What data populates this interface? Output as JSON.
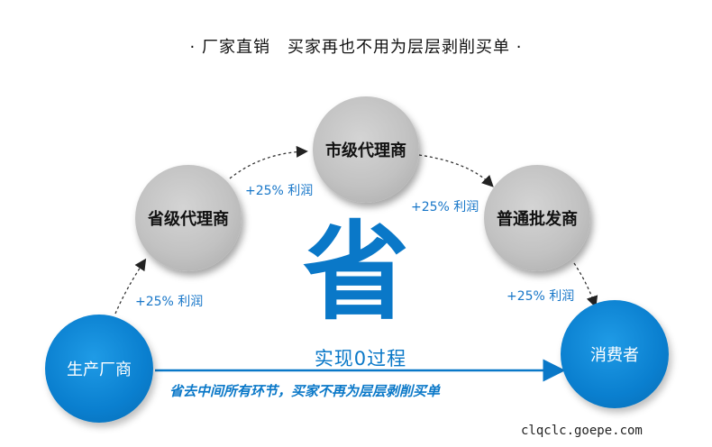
{
  "header": {
    "text": "· 厂家直销　买家再也不用为层层剥削买单 ·"
  },
  "nodes": {
    "manufacturer": "生产厂商",
    "provincial_agent": "省级代理商",
    "city_agent": "市级代理商",
    "wholesaler": "普通批发商",
    "consumer": "消费者"
  },
  "profits": {
    "p1": "+25% 利润",
    "p2": "+25% 利润",
    "p3": "+25% 利润",
    "p4": "+25% 利润"
  },
  "center": {
    "big_char": "省",
    "process": "实现0过程",
    "slogan": "省去中间所有环节，买家不再为层层剥削买单"
  },
  "watermark": "clqclc.goepe.com",
  "colors": {
    "blue": "#0a78c8",
    "gray": "#c2c2c2",
    "text": "#111111"
  }
}
